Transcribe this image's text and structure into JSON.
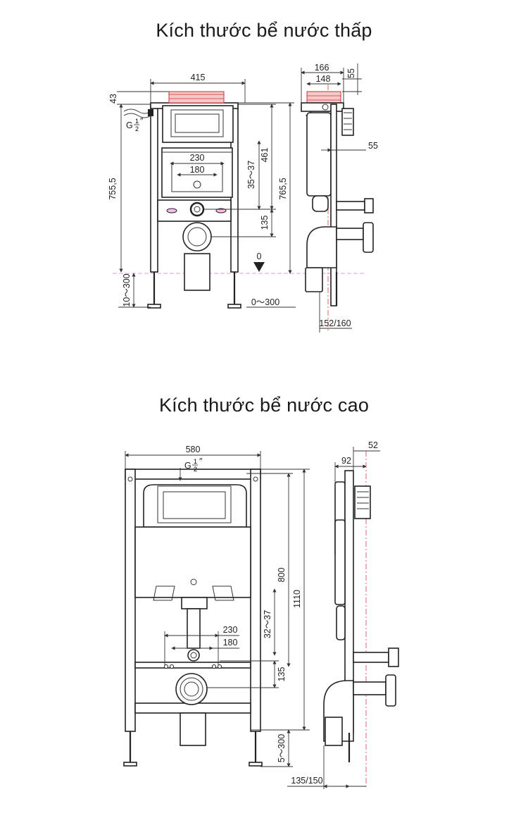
{
  "titles": {
    "low": "Kích thước bể nước thấp",
    "high": "Kích thước bể nước cao"
  },
  "low_tank": {
    "dims": {
      "width": "415",
      "top": "43",
      "height_total": "755,5",
      "floor": "10～300",
      "pipe_outer": "230",
      "pipe_inner": "180",
      "range_35_37": "35～37",
      "h461": "461",
      "h765": "765,5",
      "h135": "135",
      "zero": "0",
      "zero_300": "0～300",
      "side_166": "166",
      "side_148": "148",
      "side_55_top": "55",
      "side_55": "55",
      "side_depth": "152/160"
    },
    "inlet": {
      "label": "G",
      "frac_num": "1",
      "frac_den": "2",
      "mark": "″"
    }
  },
  "high_tank": {
    "dims": {
      "width": "580",
      "h800": "800",
      "h1110": "1110",
      "pipe_outer": "230",
      "pipe_inner": "180",
      "range_32_37": "32～37",
      "h135": "135",
      "floor": "5～300",
      "side_52": "52",
      "side_92": "92",
      "side_depth": "135/150"
    },
    "inlet": {
      "label": "G",
      "frac_num": "1",
      "frac_den": "2",
      "mark": "″"
    }
  },
  "colors": {
    "line": "#222222",
    "dash_red": "#dd6666",
    "dash_pink": "#d7a6c8",
    "hatch": "#f3c9c9"
  }
}
